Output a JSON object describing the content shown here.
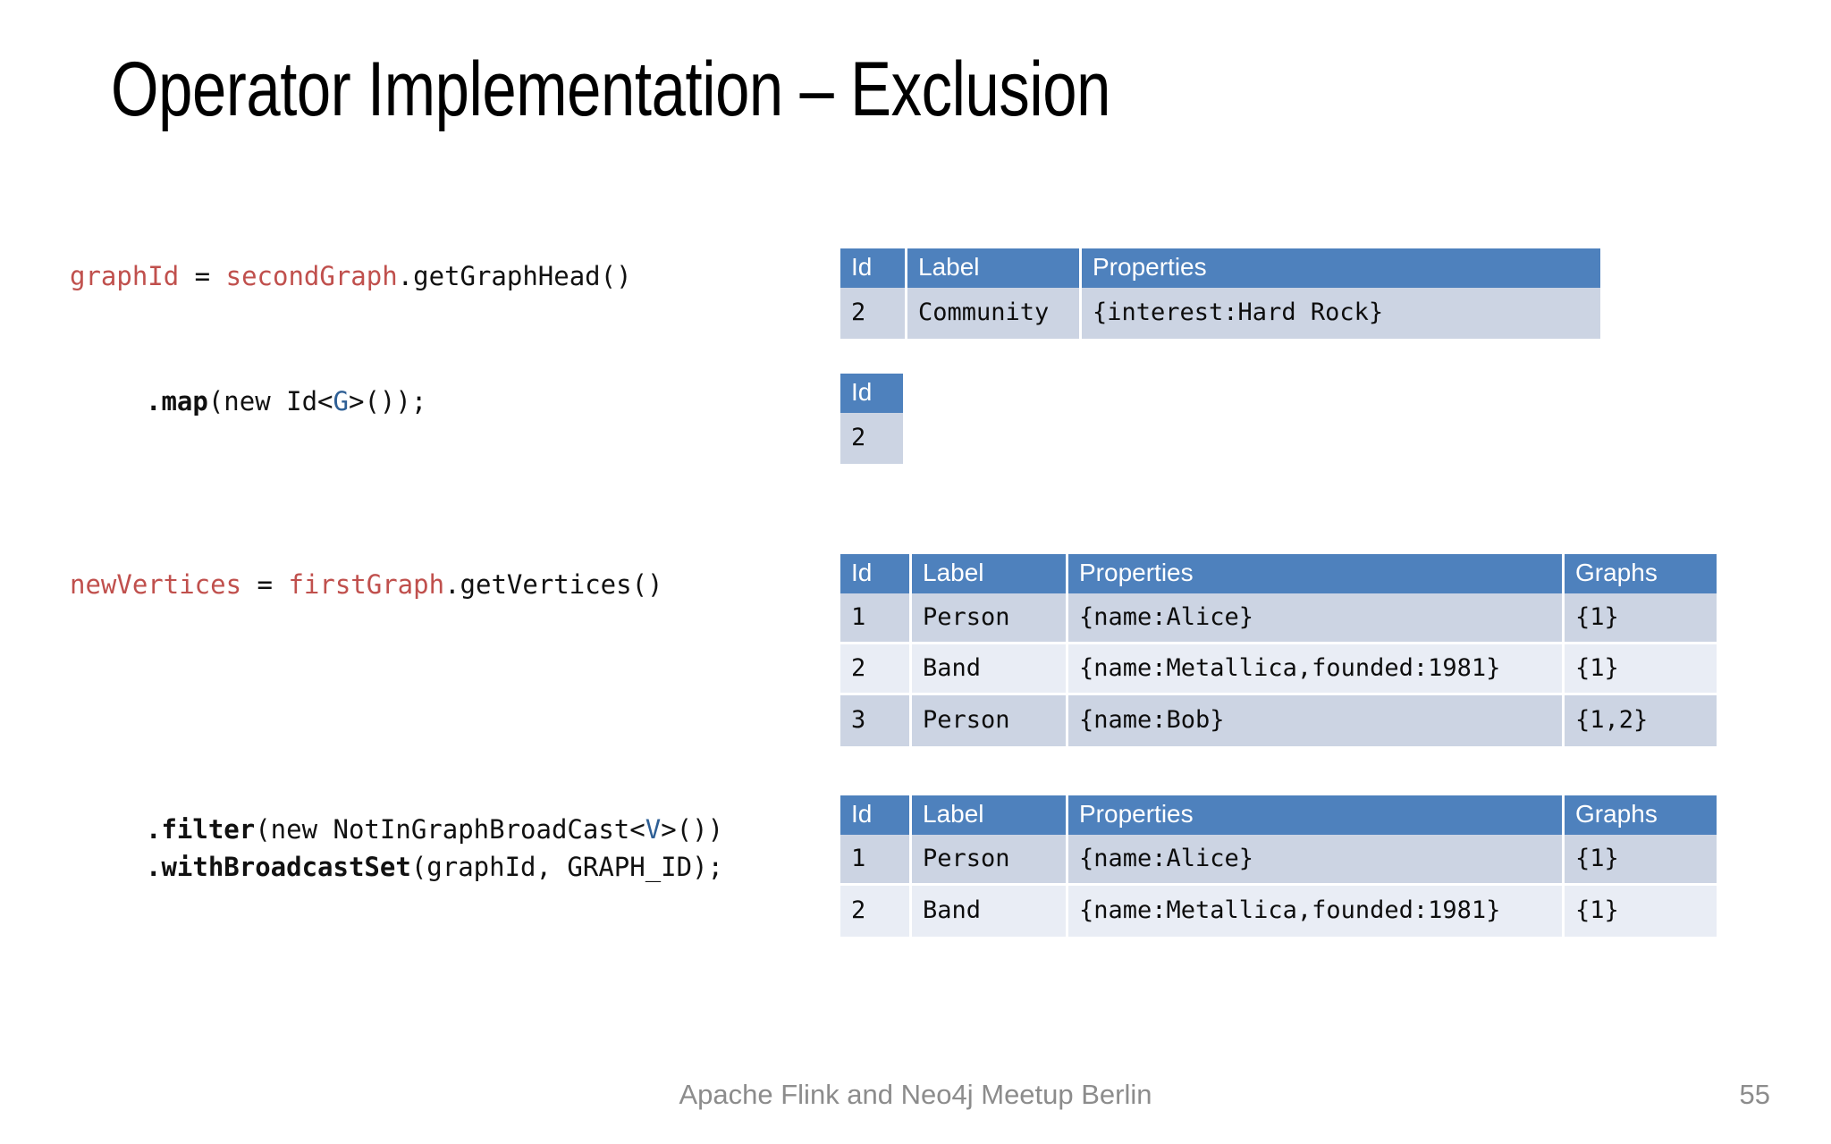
{
  "slide": {
    "title": "Operator Implementation – Exclusion",
    "footer": "Apache Flink and Neo4j Meetup Berlin",
    "page_number": "55"
  },
  "colors": {
    "header_blue": "#4e81bd",
    "row_dark": "#ccd4e3",
    "row_light": "#e9edf5",
    "code_variable_red": "#c0504d",
    "code_generic_blue": "#2e5f95",
    "footer_grey": "#8c8c8c"
  },
  "code": {
    "line1": {
      "var_lhs": "graphId",
      "equals": " = ",
      "var_rhs": "secondGraph",
      "call": ".getGraphHead()"
    },
    "line2": {
      "method": ".map",
      "pre": "(new Id<",
      "generic": "G",
      "post": ">());"
    },
    "line3": {
      "var_lhs": "newVertices",
      "equals": " = ",
      "var_rhs": "firstGraph",
      "call": ".getVertices()"
    },
    "line4": {
      "method_a": ".filter",
      "pre_a": "(new NotInGraphBroadCast<",
      "generic_a": "V",
      "post_a": ">())",
      "method_b": ".withBroadcastSet",
      "post_b": "(graphId, GRAPH_ID);"
    }
  },
  "tables": {
    "graph_head": {
      "name": "graph-head-table",
      "columns": [
        "Id",
        "Label",
        "Properties"
      ],
      "rows": [
        [
          "2",
          "Community",
          "{interest:Hard Rock}"
        ]
      ]
    },
    "graph_id": {
      "name": "graph-id-table",
      "columns": [
        "Id"
      ],
      "rows": [
        [
          "2"
        ]
      ]
    },
    "vertices": {
      "name": "vertices-table",
      "columns": [
        "Id",
        "Label",
        "Properties",
        "Graphs"
      ],
      "rows": [
        [
          "1",
          "Person",
          "{name:Alice}",
          "{1}"
        ],
        [
          "2",
          "Band",
          "{name:Metallica,founded:1981}",
          "{1}"
        ],
        [
          "3",
          "Person",
          "{name:Bob}",
          "{1,2}"
        ]
      ]
    },
    "filtered_vertices": {
      "name": "filtered-vertices-table",
      "columns": [
        "Id",
        "Label",
        "Properties",
        "Graphs"
      ],
      "rows": [
        [
          "1",
          "Person",
          "{name:Alice}",
          "{1}"
        ],
        [
          "2",
          "Band",
          "{name:Metallica,founded:1981}",
          "{1}"
        ]
      ]
    }
  }
}
